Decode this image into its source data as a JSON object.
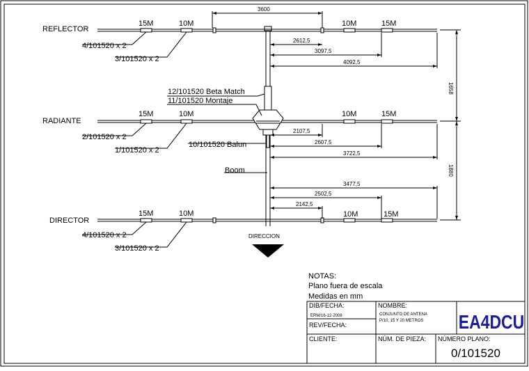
{
  "drawing": {
    "elements": {
      "reflector": "REFLECTOR",
      "radiator": "RADIANTE",
      "director": "DIRECTOR"
    },
    "band_labels": {
      "m15": "15M",
      "m10": "10M"
    },
    "parts": {
      "reflector_15": "4/101520 x 2",
      "reflector_10": "3/101520 x 2",
      "beta_match": "12/101520 Beta Match",
      "mounting": "11/101520 Montaje",
      "radiator_15": "2/101520 x 2",
      "radiator_10": "1/101520 x 2",
      "balun": "10/101520 Balun",
      "boom": "Boom",
      "director_15": "4/101520 x 2",
      "director_10": "3/101520 x 2"
    },
    "dimensions": {
      "top_span": "3600",
      "refl_1": "2612,5",
      "refl_2": "3097,5",
      "refl_3": "4092,5",
      "spacing_refl_rad": "1658",
      "rad_1": "2107,5",
      "rad_2": "2607,5",
      "rad_3": "3722,5",
      "spacing_rad_dir": "1880",
      "dir_1": "3477,5",
      "dir_2": "2502,5",
      "dir_3": "2142,5"
    },
    "direction_label": "DIRECCION"
  },
  "notes": {
    "title": "NOTAS:",
    "line1": "Plano fuera de escala",
    "line2": "Medidas en mm"
  },
  "title_block": {
    "dib_label": "DIB/FECHA:",
    "dib_value": "ERM/16-12-2008",
    "rev_label": "REV/FECHA:",
    "cliente_label": "CLIENTE:",
    "nombre_label": "NOMBRE:",
    "nombre_line1": "CONJUNTO DE ANTENA",
    "nombre_line2": "P/10, 15 Y 20 METROS",
    "logo": "EA4DCU",
    "pieza_label": "NÚM. DE PIEZA:",
    "plano_label": "NÚMERO PLANO:",
    "plano_value": "0/101520"
  },
  "colors": {
    "logo": "#1a1aa8",
    "ink": "#000000"
  }
}
